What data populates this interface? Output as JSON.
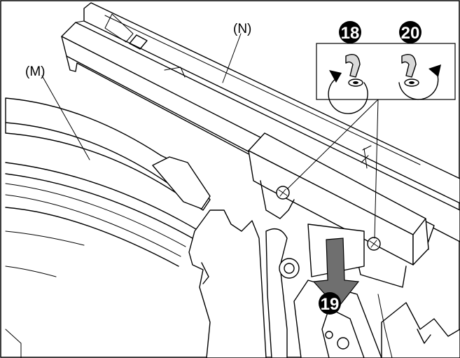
{
  "labels": {
    "part_m": "(M)",
    "part_n": "(N)"
  },
  "steps": {
    "step_18": "18",
    "step_19": "19",
    "step_20": "20"
  },
  "icons": {
    "loosen": "rotate-counterclockwise-icon",
    "tighten": "rotate-clockwise-icon",
    "direction": "down-arrow-icon"
  },
  "colors": {
    "line": "#000000",
    "arrow_fill": "#6f6f6f",
    "panel_fill": "#d9d9d9",
    "badge_fill": "#000000"
  }
}
